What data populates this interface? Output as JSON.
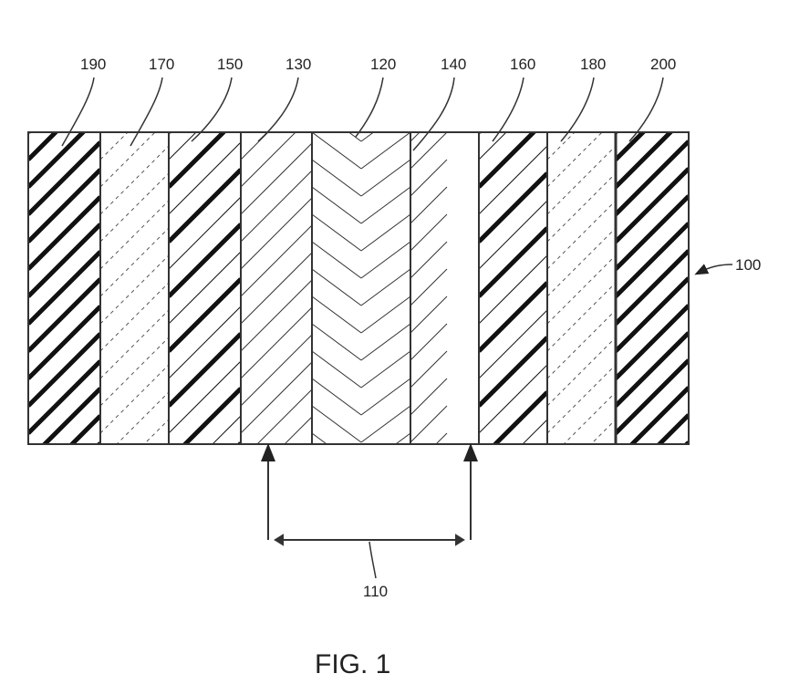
{
  "figure": {
    "caption": "FIG. 1",
    "assembly_label": "100",
    "span_label": "110",
    "layers": [
      {
        "label": "190",
        "pattern": "thick-diagonal"
      },
      {
        "label": "170",
        "pattern": "dashed-diagonal"
      },
      {
        "label": "150",
        "pattern": "thick-thin-diagonal"
      },
      {
        "label": "130",
        "pattern": "thin-diagonal"
      },
      {
        "label": "120",
        "pattern": "chevron-left"
      },
      {
        "label": "140",
        "pattern": "chevron-right"
      },
      {
        "label": "160",
        "pattern": "thick-thin-diagonal"
      },
      {
        "label": "180",
        "pattern": "dashed-diagonal"
      },
      {
        "label": "200",
        "pattern": "thick-diagonal"
      }
    ]
  }
}
